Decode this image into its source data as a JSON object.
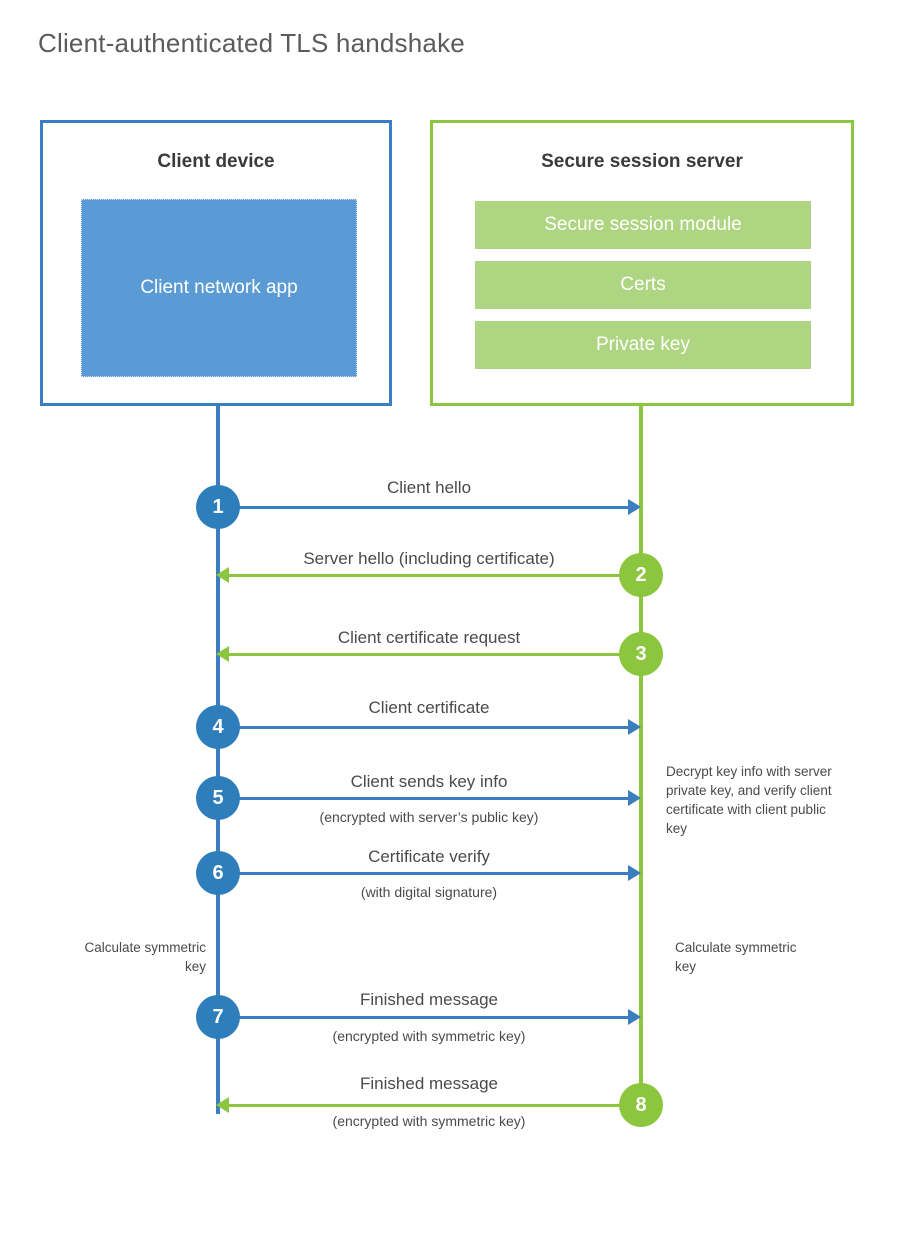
{
  "title": "Client-authenticated TLS handshake",
  "colors": {
    "client_blue": "#3a7ebf",
    "client_app_fill": "#5b9bd5",
    "server_green": "#8cc63f",
    "server_bar_fill": "#aed581",
    "badge_blue": "#2e7ebc",
    "badge_green": "#8cc63f",
    "text": "#4a4a4a",
    "title_text": "#5b5b5b",
    "background": "#ffffff"
  },
  "client": {
    "title": "Client device",
    "app_label": "Client network app"
  },
  "server": {
    "title": "Secure session server",
    "components": [
      {
        "label": "Secure session module"
      },
      {
        "label": "Certs"
      },
      {
        "label": "Private key"
      }
    ]
  },
  "messages": [
    {
      "step": "1",
      "label": "Client hello",
      "sublabel": "",
      "direction": "client-to-server",
      "color": "blue"
    },
    {
      "step": "2",
      "label": "Server hello (including certificate)",
      "sublabel": "",
      "direction": "server-to-client",
      "color": "green"
    },
    {
      "step": "3",
      "label": "Client certificate request",
      "sublabel": "",
      "direction": "server-to-client",
      "color": "green"
    },
    {
      "step": "4",
      "label": "Client certificate",
      "sublabel": "",
      "direction": "client-to-server",
      "color": "blue"
    },
    {
      "step": "5",
      "label": "Client sends key info",
      "sublabel": "(encrypted with server’s public key)",
      "direction": "client-to-server",
      "color": "blue"
    },
    {
      "step": "6",
      "label": "Certificate verify",
      "sublabel": "(with digital signature)",
      "direction": "client-to-server",
      "color": "blue"
    },
    {
      "step": "7",
      "label": "Finished message",
      "sublabel": "(encrypted with symmetric key)",
      "direction": "client-to-server",
      "color": "blue"
    },
    {
      "step": "8",
      "label": "Finished message",
      "sublabel": "(encrypted with symmetric key)",
      "direction": "server-to-client",
      "color": "green"
    }
  ],
  "notes": {
    "server_decrypt": "Decrypt key info with server private key, and verify client certificate with client public key",
    "client_calculate": "Calculate symmetric key",
    "server_calculate": "Calculate symmetric key"
  }
}
